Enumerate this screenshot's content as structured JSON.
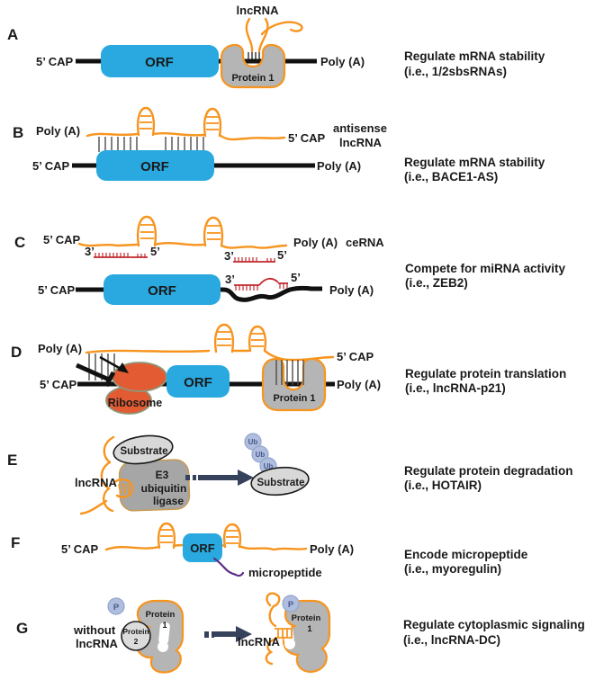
{
  "colors": {
    "rna_orange": "#F7941E",
    "orf_blue": "#29A9DF",
    "protein_gray": "#B5B5B5",
    "substrate_gray": "#D8D8D8",
    "e3_gray": "#A6A6A6",
    "ribosome_orange": "#E25B33",
    "mirna_red": "#C1272D",
    "arrow_navy": "#36415C",
    "ub_fill": "#AFBDDE",
    "micropeptide_purple": "#5B2C86",
    "text_black": "#1A1A1A"
  },
  "panels": {
    "A": {
      "letter": "A",
      "lncrna": "lncRNA",
      "cap": "5’ CAP",
      "orf": "ORF",
      "protein1": "Protein 1",
      "polya": "Poly (A)",
      "desc1": "Regulate mRNA stability",
      "desc2": "(i.e., 1/2sbsRNAs)"
    },
    "B": {
      "letter": "B",
      "polya_top": "Poly (A)",
      "cap_top": "5’ CAP",
      "antisense1": "antisense",
      "antisense2": "lncRNA",
      "cap": "5’ CAP",
      "orf": "ORF",
      "polya": "Poly (A)",
      "desc1": "Regulate mRNA stability",
      "desc2": "(i.e., BACE1-AS)"
    },
    "C": {
      "letter": "C",
      "cap_top": "5’ CAP",
      "polya_top": "Poly (A)",
      "cerna": "ceRNA",
      "p3": "3’",
      "p5": "5’",
      "cap": "5’ CAP",
      "orf": "ORF",
      "polya": "Poly (A)",
      "desc1": "Compete for miRNA activity",
      "desc2": "(i.e., ZEB2)"
    },
    "D": {
      "letter": "D",
      "polya_top": "Poly (A)",
      "cap_top": "5’ CAP",
      "cap": "5’ CAP",
      "ribosome": "Ribosome",
      "orf": "ORF",
      "protein1": "Protein 1",
      "polya": "Poly (A)",
      "desc1": "Regulate protein translation",
      "desc2": "(i.e., lncRNA-p21)"
    },
    "E": {
      "letter": "E",
      "substrate_left": "Substrate",
      "e3_line1": "E3",
      "e3_line2": "ubiquitin",
      "e3_line3": "ligase",
      "lncrna": "lncRNA",
      "ub": "Ub",
      "substrate_right": "Substrate",
      "desc1": "Regulate protein degradation",
      "desc2": "(i.e., HOTAIR)"
    },
    "F": {
      "letter": "F",
      "cap": "5’ CAP",
      "orf": "ORF",
      "polya": "Poly (A)",
      "micropeptide": "micropeptide",
      "desc1": "Encode micropeptide",
      "desc2": "(i.e., myoregulin)"
    },
    "G": {
      "letter": "G",
      "p": "P",
      "without1": "without",
      "without2": "lncRNA",
      "protein1_l1": "Protein",
      "protein1_l2": "1",
      "protein2_l1": "Protein",
      "protein2_l2": "2",
      "lncrna": "lncRNA",
      "desc1": "Regulate cytoplasmic signaling",
      "desc2": "(i.e., lncRNA-DC)"
    }
  }
}
